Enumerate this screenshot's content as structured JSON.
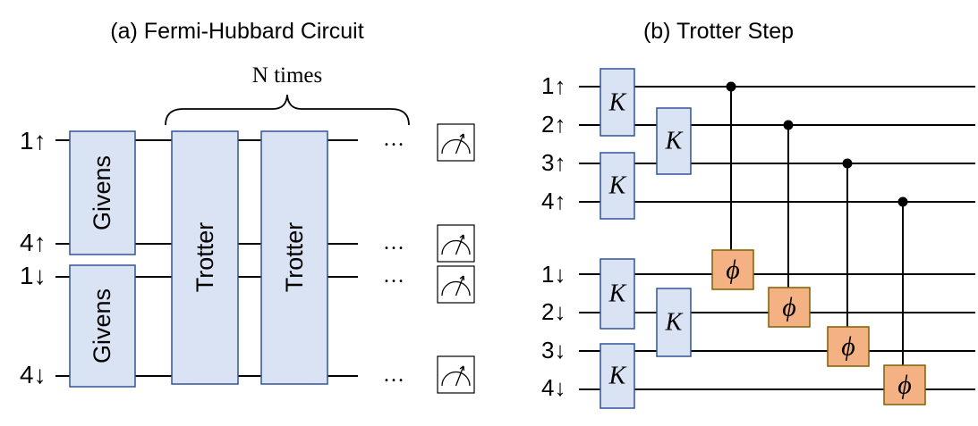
{
  "panel_a": {
    "title": "(a) Fermi-Hubbard Circuit",
    "n_times_label": "N times",
    "qubit_labels": [
      "1↑",
      "4↑",
      "1↓",
      "4↓"
    ],
    "givens_label": "Givens",
    "trotter_label": "Trotter",
    "ellipsis": "…"
  },
  "panel_b": {
    "title": "(b) Trotter Step",
    "qubit_labels": [
      "1↑",
      "2↑",
      "3↑",
      "4↑",
      "1↓",
      "2↓",
      "3↓",
      "4↓"
    ],
    "k_label": "K",
    "phi_label": "ϕ"
  },
  "colors": {
    "gate_fill": "#dae3f3",
    "gate_stroke": "#2f5597",
    "phi_fill": "#f4b183",
    "phi_stroke": "#7f6000"
  },
  "icons": [
    "measurement-icon"
  ]
}
